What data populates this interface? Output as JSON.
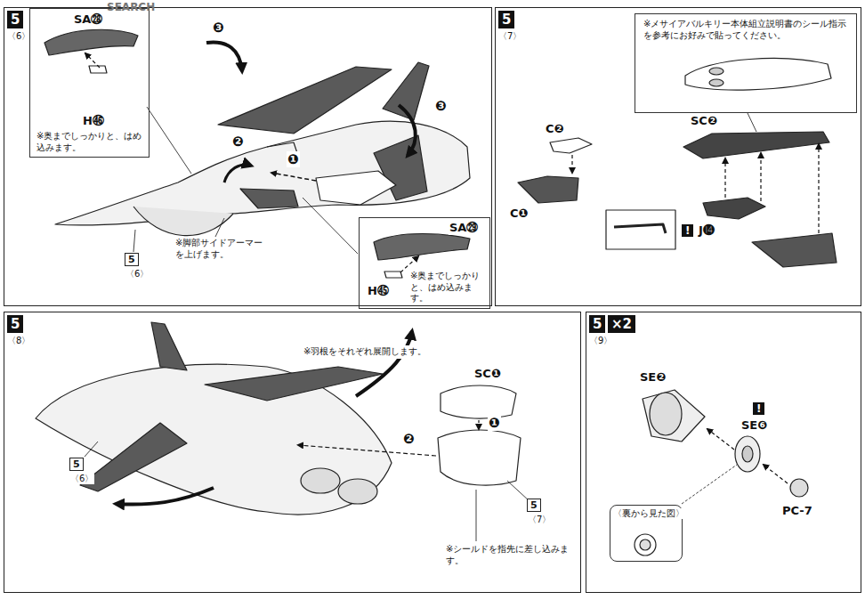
{
  "diagram": {
    "nodes": [
      {
        "text": [
          "5",
          "〈6〉"
        ]
      },
      {
        "text": [
          "SA㉘",
          "H㊻",
          "※奥までしっかりと、はめ込みます。"
        ],
        "in": 0
      },
      {
        "text": [
          "SA㉙",
          "H㊺",
          "※奥までしっかりと、はめ込みます。"
        ],
        "in": 0
      },
      {
        "text": [
          "5",
          "〈7〉"
        ]
      },
      {
        "text": [
          "※メサイアバルキリー本体組立説明書のシール指示を参考にお好みで貼ってください。"
        ],
        "in": 3
      },
      {
        "text": [
          "5",
          "〈8〉"
        ]
      },
      {
        "text": [
          "5",
          "〈9〉",
          "×2"
        ]
      },
      {
        "text": [
          "〈裏から見た図〉"
        ],
        "in": 6
      }
    ],
    "edges": [],
    "labels": [
      "SEARCH",
      "❸",
      "❸",
      "❷",
      "❶",
      "※脚部サイドアーマーを上げます。",
      "5",
      "〈6〉",
      "C❷",
      "C❶",
      "SC❷",
      "!",
      "J⓮",
      "※羽根をそれぞれ展開します。",
      "SC❶",
      "❶",
      "❷",
      "5",
      "〈6〉",
      "5",
      "〈7〉",
      "※シールドを指先に差し込みます。",
      "SE❷",
      "!",
      "SE❻",
      "PC-7"
    ]
  }
}
